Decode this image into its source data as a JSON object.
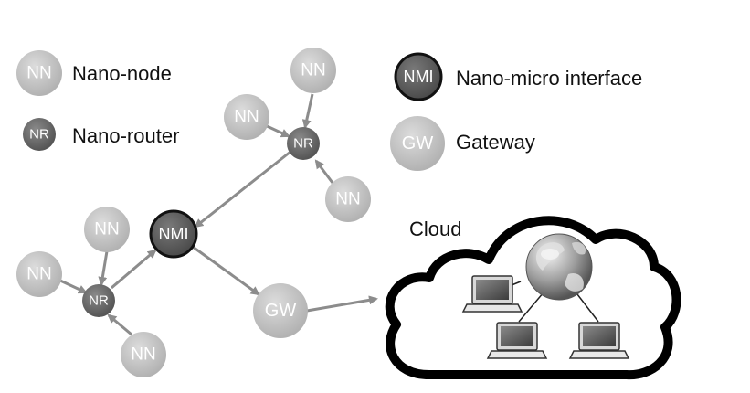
{
  "legend": {
    "nano_node": {
      "abbr": "NN",
      "label": "Nano-node"
    },
    "nano_router": {
      "abbr": "NR",
      "label": "Nano-router"
    },
    "nmi": {
      "abbr": "NMI",
      "label": "Nano-micro interface"
    },
    "gateway": {
      "abbr": "GW",
      "label": "Gateway"
    }
  },
  "cloud": {
    "label": "Cloud"
  },
  "nodes": {
    "nn_top": "NN",
    "nn_mid_left": "NN",
    "nn_right": "NN",
    "nr_top": "NR",
    "nmi": "NMI",
    "nn_lower_top": "NN",
    "nn_lower_left": "NN",
    "nn_lower_bottom": "NN",
    "nr_bottom": "NR",
    "gw": "GW"
  },
  "colors": {
    "nano_node": "#c4c4c4",
    "nano_router": "#6f6f6f",
    "nmi": "#5e5e5e",
    "gateway": "#c8c8c8",
    "edge": "#8c8c8c",
    "cloud_outline": "#000000"
  }
}
